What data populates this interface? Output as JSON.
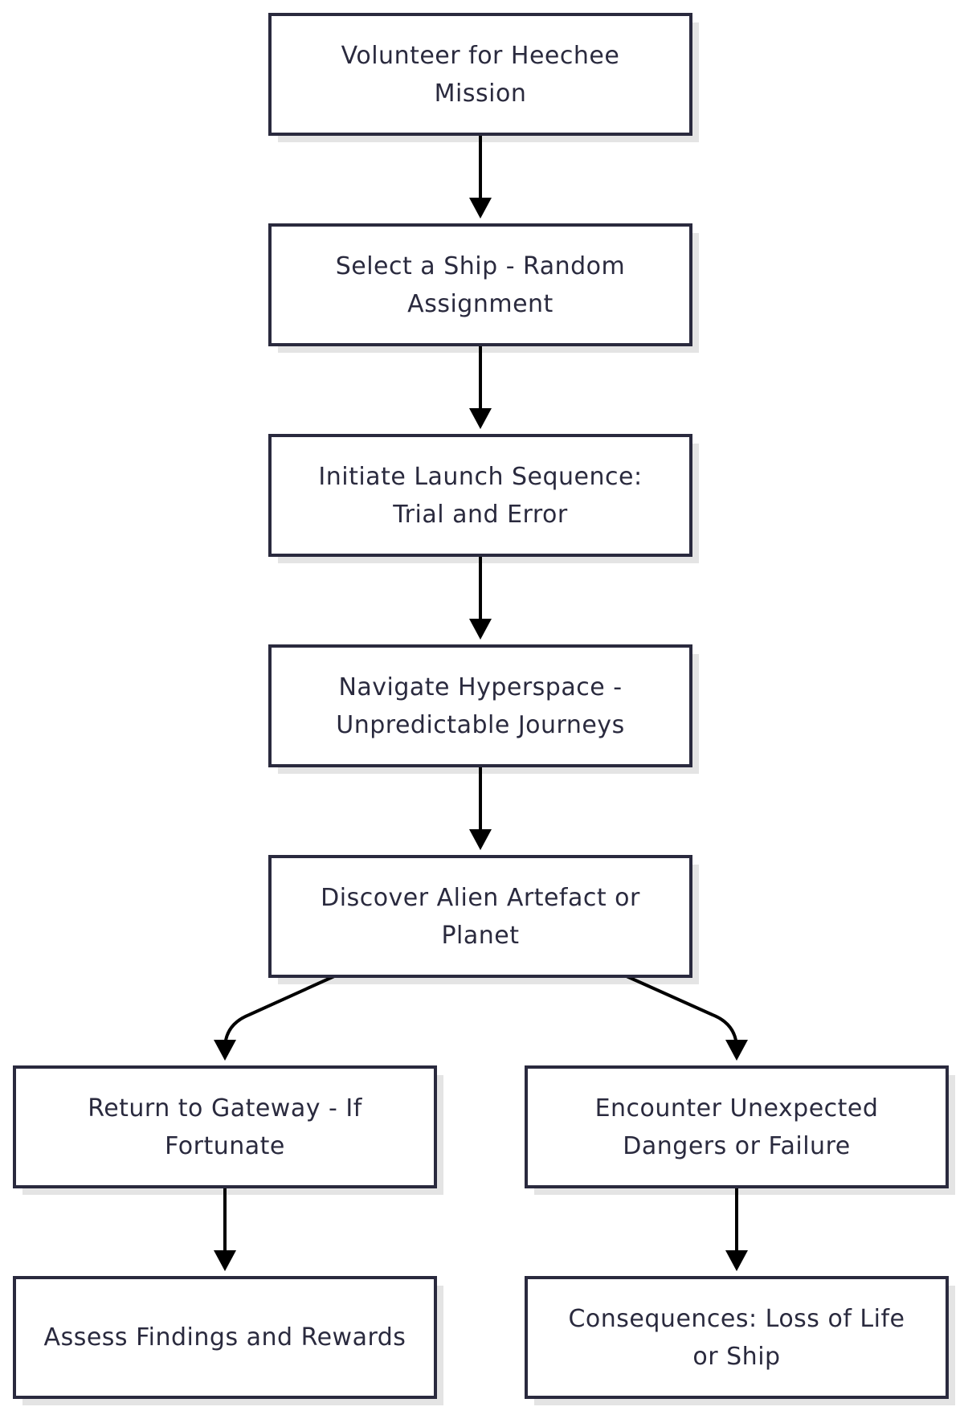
{
  "colors": {
    "node_border": "#2a2a3e",
    "node_text": "#2a2a3e",
    "edge": "#000000",
    "shadow": "#e4e4e4",
    "background": "#ffffff"
  },
  "nodes": [
    {
      "id": "volunteer",
      "label": "Volunteer for Heechee Mission"
    },
    {
      "id": "select_ship",
      "label": "Select a Ship - Random Assignment"
    },
    {
      "id": "launch",
      "label": "Initiate Launch Sequence: Trial and Error"
    },
    {
      "id": "navigate",
      "label": "Navigate Hyperspace - Unpredictable Journeys"
    },
    {
      "id": "discover",
      "label": "Discover Alien Artefact or Planet"
    },
    {
      "id": "return",
      "label": "Return to Gateway - If Fortunate"
    },
    {
      "id": "danger",
      "label": "Encounter Unexpected Dangers or Failure"
    },
    {
      "id": "assess",
      "label": "Assess Findings and Rewards"
    },
    {
      "id": "consequences",
      "label": "Consequences: Loss of Life or Ship"
    }
  ],
  "edges": [
    {
      "from": "volunteer",
      "to": "select_ship"
    },
    {
      "from": "select_ship",
      "to": "launch"
    },
    {
      "from": "launch",
      "to": "navigate"
    },
    {
      "from": "navigate",
      "to": "discover"
    },
    {
      "from": "discover",
      "to": "return"
    },
    {
      "from": "discover",
      "to": "danger"
    },
    {
      "from": "return",
      "to": "assess"
    },
    {
      "from": "danger",
      "to": "consequences"
    }
  ]
}
